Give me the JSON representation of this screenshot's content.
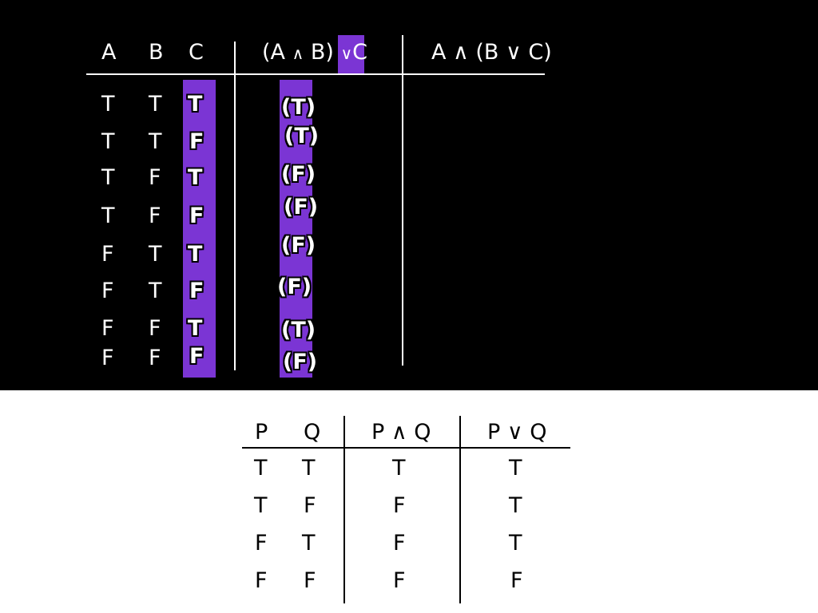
{
  "accent_color": "#7b35d4",
  "top_table": {
    "headers": {
      "a": "A",
      "b": "B",
      "c": "C",
      "expr1_left": "(A",
      "expr1_and": "∧",
      "expr1_mid": "B)",
      "expr1_or": "∨",
      "expr1_right": "C",
      "expr2": "A ∧ (B ∨ C)"
    },
    "rows": [
      {
        "a": "T",
        "b": "T",
        "c": "T",
        "r": "(T)"
      },
      {
        "a": "T",
        "b": "T",
        "c": "F",
        "r": "(T)"
      },
      {
        "a": "T",
        "b": "F",
        "c": "T",
        "r": "(F)"
      },
      {
        "a": "T",
        "b": "F",
        "c": "F",
        "r": "(F)"
      },
      {
        "a": "F",
        "b": "T",
        "c": "T",
        "r": "(F)"
      },
      {
        "a": "F",
        "b": "T",
        "c": "F",
        "r": "(F)"
      },
      {
        "a": "F",
        "b": "F",
        "c": "T",
        "r": "(T)"
      },
      {
        "a": "F",
        "b": "F",
        "c": "F",
        "r": "(F)"
      }
    ]
  },
  "bottom_table": {
    "headers": {
      "p": "P",
      "q": "Q",
      "and": "P ∧ Q",
      "or": "P ∨ Q"
    },
    "rows": [
      {
        "p": "T",
        "q": "T",
        "and": "T",
        "or": "T"
      },
      {
        "p": "T",
        "q": "F",
        "and": "F",
        "or": "T"
      },
      {
        "p": "F",
        "q": "T",
        "and": "F",
        "or": "T"
      },
      {
        "p": "F",
        "q": "F",
        "and": "F",
        "or": "F"
      }
    ]
  }
}
